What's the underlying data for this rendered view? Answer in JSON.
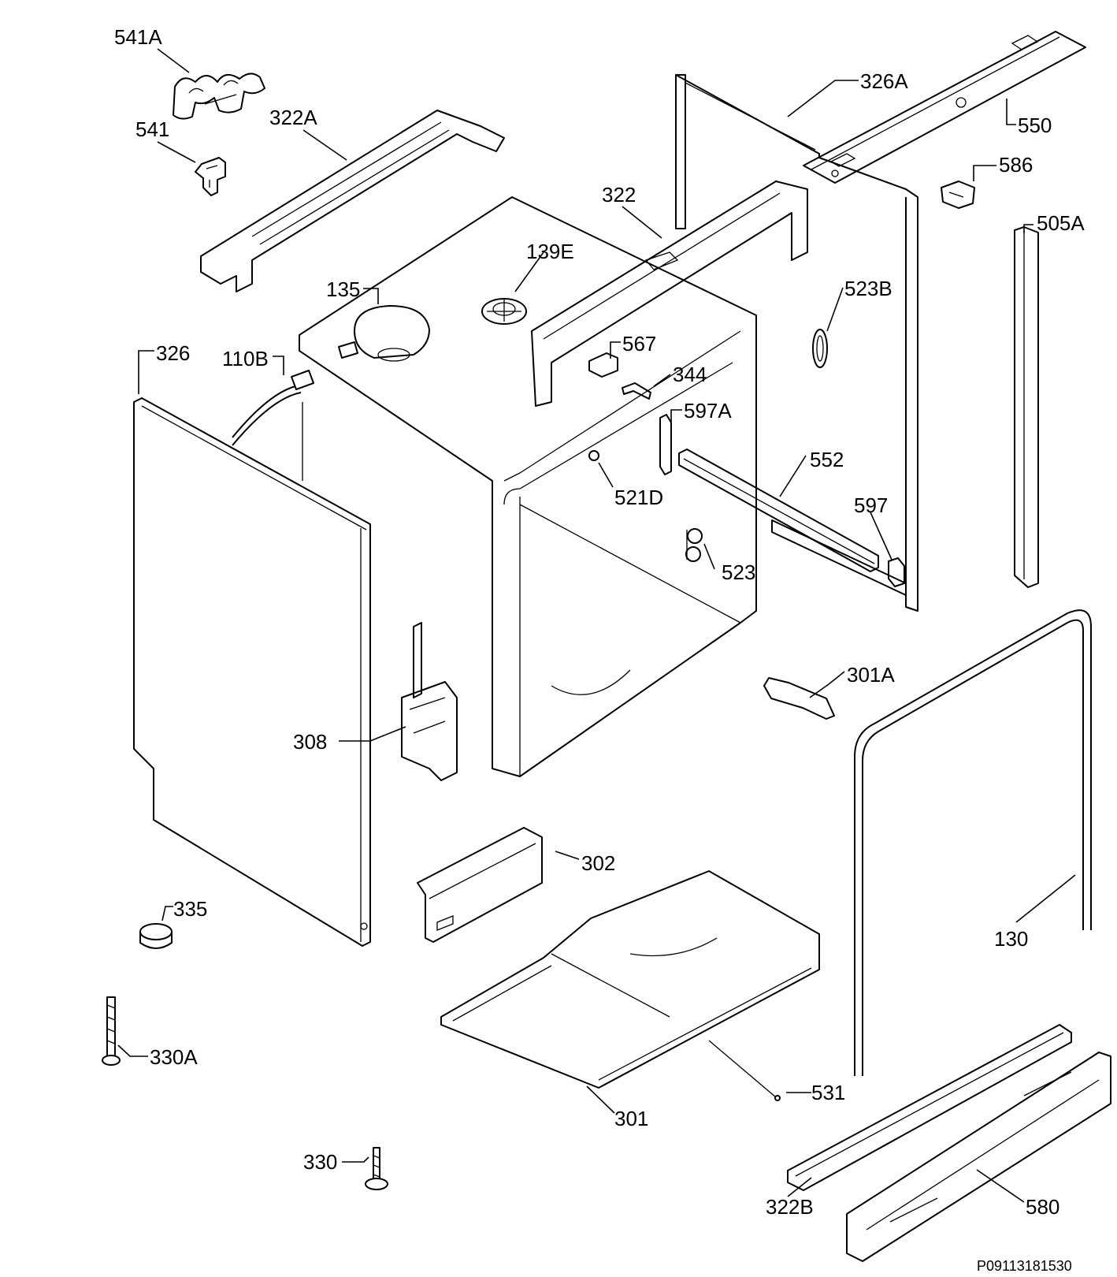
{
  "diagram": {
    "reference": "P09113181530",
    "labels": {
      "l541A": "541A",
      "l541": "541",
      "l322A": "322A",
      "l326A": "326A",
      "l550": "550",
      "l586": "586",
      "l322": "322",
      "l139E": "139E",
      "l135": "135",
      "l505A": "505A",
      "l523B": "523B",
      "l567": "567",
      "l326": "326",
      "l110B": "110B",
      "l344": "344",
      "l597A": "597A",
      "l552": "552",
      "l521D": "521D",
      "l597": "597",
      "l523": "523",
      "l301A": "301A",
      "l308": "308",
      "l302": "302",
      "l335": "335",
      "l130": "130",
      "l330A": "330A",
      "l531": "531",
      "l301": "301",
      "l330": "330",
      "l322B": "322B",
      "l580": "580"
    }
  }
}
